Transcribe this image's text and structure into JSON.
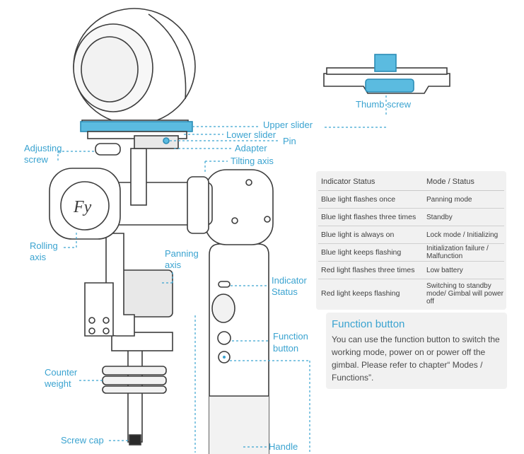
{
  "labels": {
    "thumb_screw": "Thumb screw",
    "upper_slider": "Upper slider",
    "lower_slider": "Lower slider",
    "pin": "Pin",
    "adapter": "Adapter",
    "adjusting_screw_1": "Adjusting",
    "adjusting_screw_2": "screw",
    "tilting_axis": "Tilting axis",
    "rolling_axis_1": "Rolling",
    "rolling_axis_2": "axis",
    "panning_axis_1": "Panning",
    "panning_axis_2": "axis",
    "indicator_status_1": "Indicator",
    "indicator_status_2": "Status",
    "function_button_1": "Function",
    "function_button_2": "button",
    "counter_weight_1": "Counter",
    "counter_weight_2": "weight",
    "screw_cap": "Screw cap",
    "handle": "Handle"
  },
  "indicator_table": {
    "header": [
      "Indicator Status",
      "Mode / Status"
    ],
    "rows": [
      [
        "Blue light flashes once",
        "Panning mode"
      ],
      [
        "Blue light flashes three times",
        "Standby"
      ],
      [
        "Blue light is always on",
        "Lock mode / Initializing"
      ],
      [
        "Blue light keeps flashing",
        "Initialization failure / Malfunction"
      ],
      [
        "Red light flashes three times",
        "Low battery"
      ],
      [
        "Red light keeps flashing",
        "Switching to standby mode/ Gimbal will power off"
      ]
    ]
  },
  "function_button": {
    "title": "Function button",
    "text": "You can use the function button to switch the working mode, power on or power off the gimbal. Please refer to chapter“ Modes / Functions”."
  },
  "colors": {
    "accent": "#3aa3d0",
    "outline": "#3c3c3c",
    "part_fill": "#f2f2f2",
    "table_bg": "#f1f1f1"
  }
}
